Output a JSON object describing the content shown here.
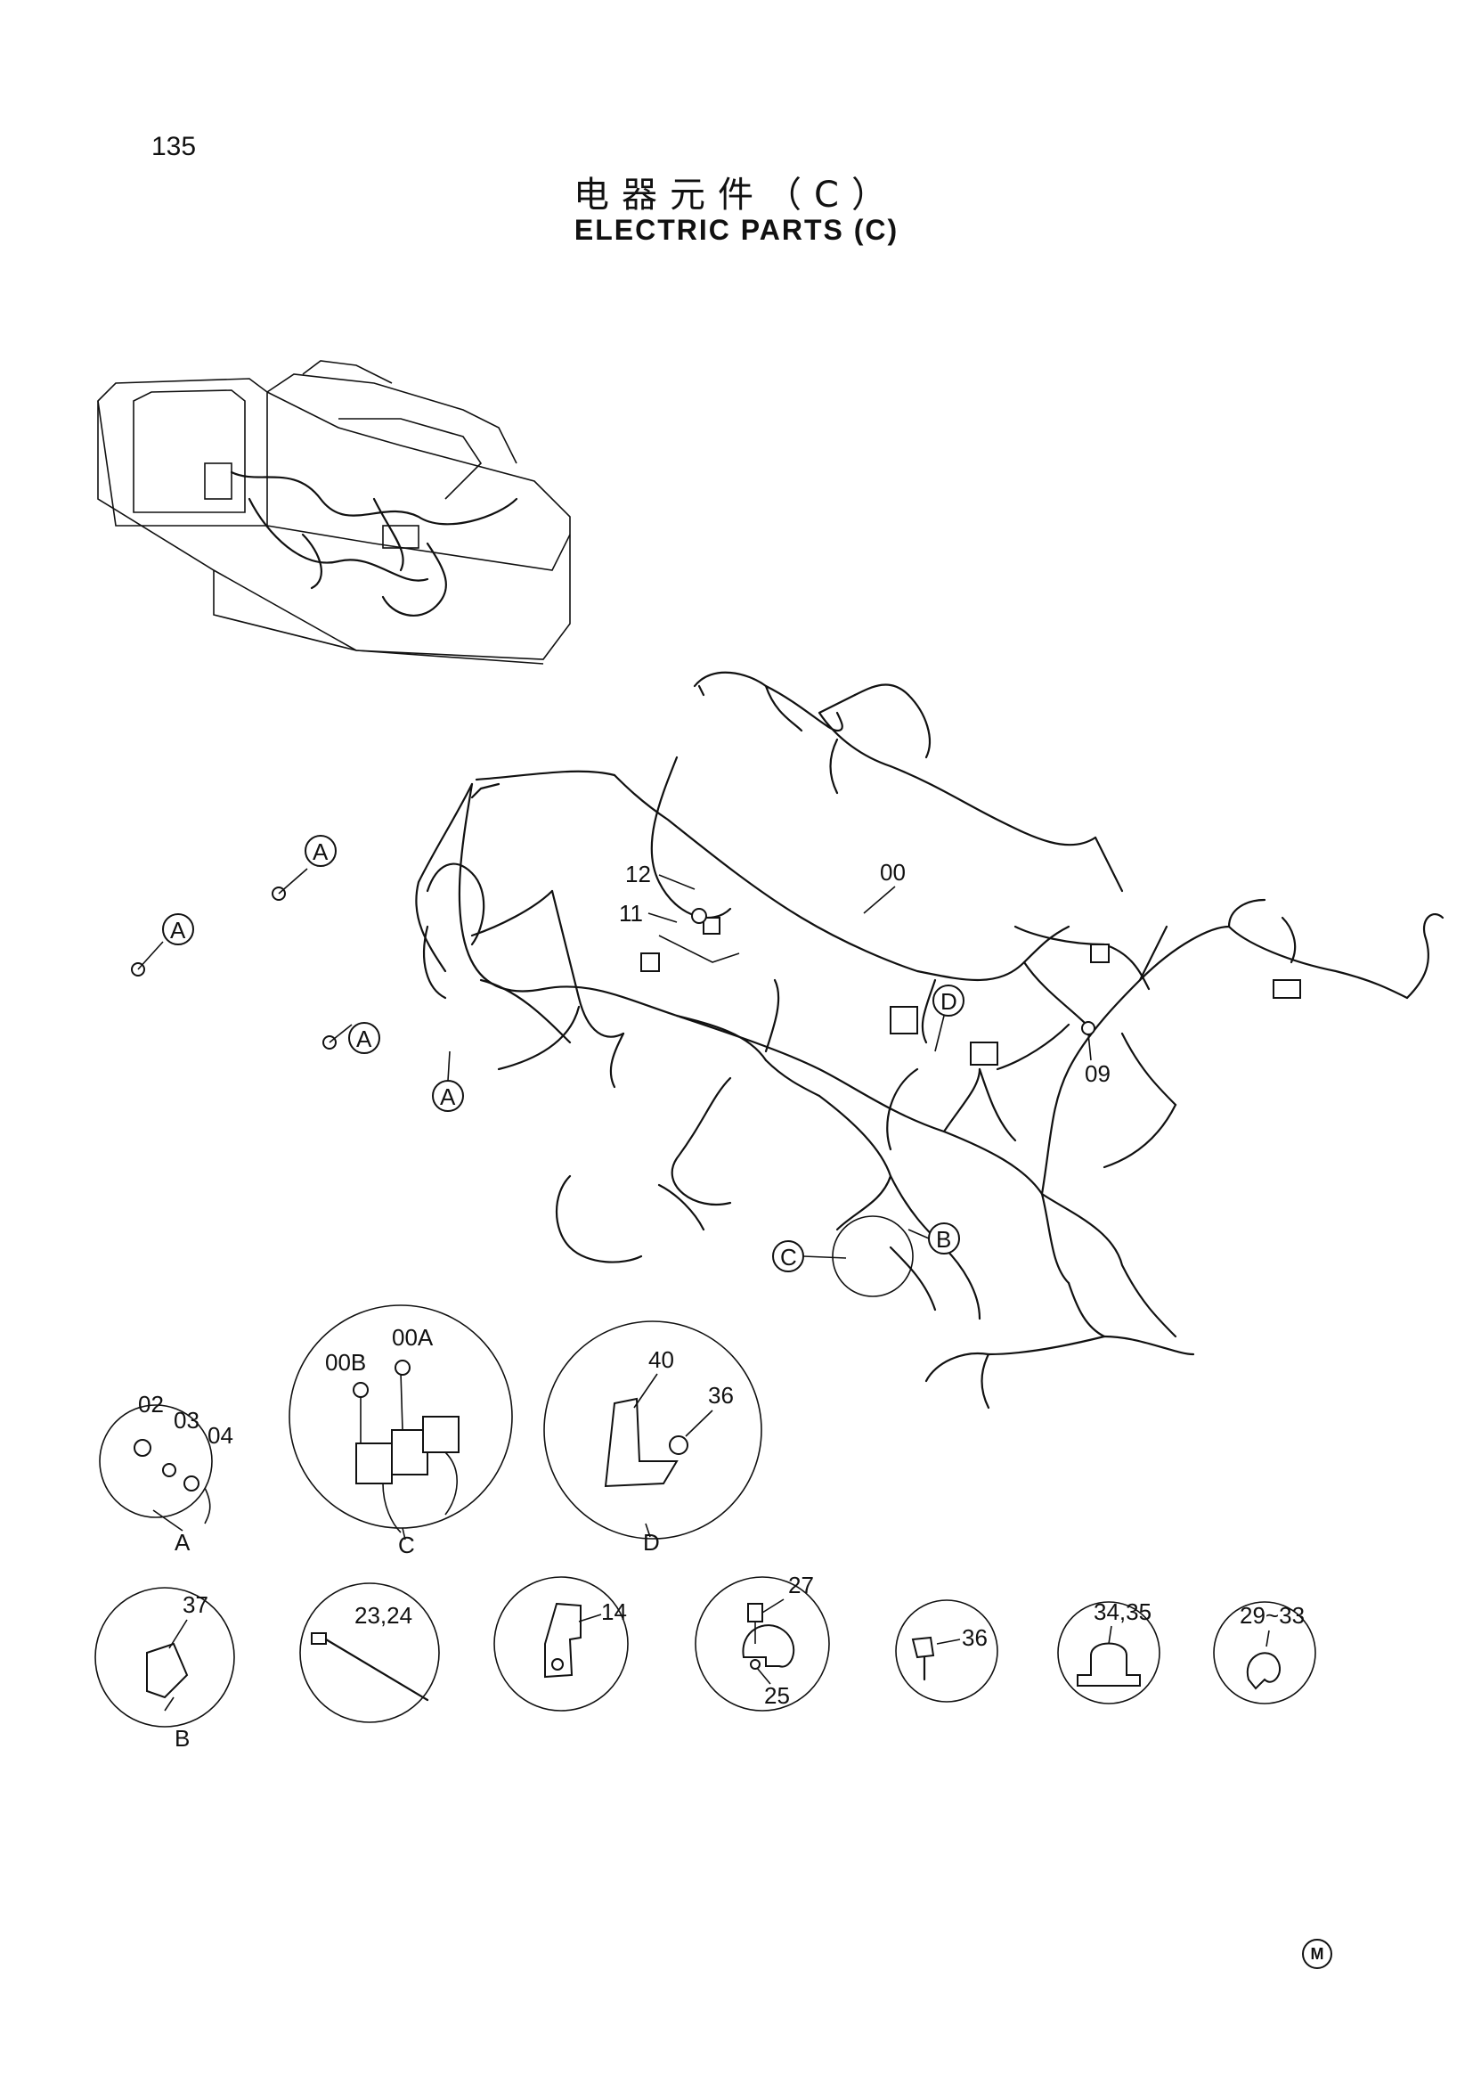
{
  "page_number": "135",
  "title_cn": "电器元件（C）",
  "title_en": "ELECTRIC PARTS (C)",
  "mark": "M",
  "callouts": {
    "c00": "00",
    "c09": "09",
    "c11": "11",
    "c12": "12",
    "cA1": "A",
    "cA2": "A",
    "cA3": "A",
    "cA4": "A",
    "cB": "B",
    "cC": "C",
    "cD": "D"
  },
  "details": {
    "A": {
      "letter": "A",
      "labels": [
        "02",
        "03",
        "04"
      ]
    },
    "C": {
      "letter": "C",
      "labels": [
        "00B",
        "00A"
      ]
    },
    "D": {
      "letter": "D",
      "labels": [
        "40",
        "36"
      ]
    },
    "B": {
      "letter": "B",
      "labels": [
        "37"
      ]
    },
    "tie": {
      "labels": [
        "23,24"
      ]
    },
    "bracket": {
      "labels": [
        "14"
      ]
    },
    "clamp": {
      "labels": [
        "27",
        "25"
      ]
    },
    "bolt": {
      "labels": [
        "36"
      ]
    },
    "clip1": {
      "labels": [
        "34,35"
      ]
    },
    "clip2": {
      "labels": [
        "29~33"
      ]
    }
  }
}
